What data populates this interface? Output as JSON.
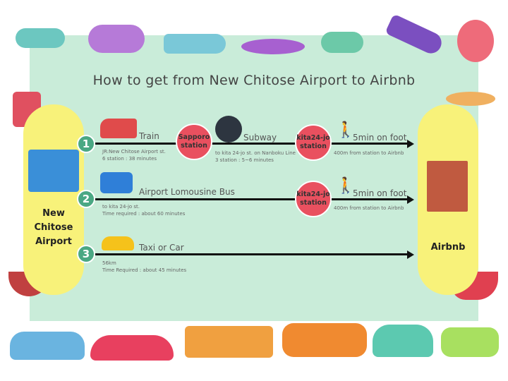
{
  "title": "How to get from New Chitose Airport to Airbnb",
  "origin": "New Chitose Airport",
  "destination": "Airbnb",
  "routes": [
    {
      "num": "1",
      "mode": "Train",
      "detail1": "JR:New Chitose Airport st.",
      "detail2": "6 station : 38 minutes",
      "station1": "Sapporo station",
      "mode2": "Subway",
      "detail3": "to kita 24-jo st. on Nanboku Line",
      "detail4": "3 station : 5~6 minutes",
      "station2": "kita24-jo station",
      "walk": "5min on foot",
      "walk_detail": "400m from station to Airbnb"
    },
    {
      "num": "2",
      "mode": "Airport Lomousine Bus",
      "detail1": "to kita 24-jo st.",
      "detail2": "Time required : about 60 minutes",
      "station2": "kita24-jo station",
      "walk": "5min on foot",
      "walk_detail": "400m from station to Airbnb"
    },
    {
      "num": "3",
      "mode": "Taxi or Car",
      "detail1": "56km",
      "detail2": "Time Required : about 45 minutes"
    }
  ],
  "colors": {
    "panel": "#c9ecd9",
    "pill": "#f8f27a",
    "station": "#e9505f",
    "number": "#4aa883"
  }
}
